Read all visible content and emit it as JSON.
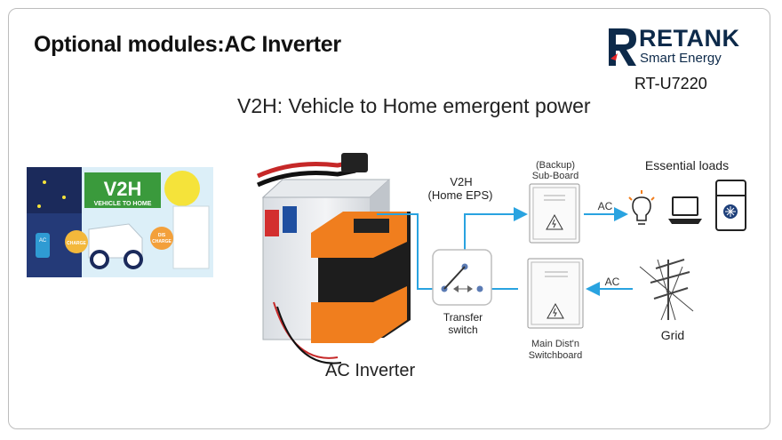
{
  "title": "Optional modules:AC Inverter",
  "subtitle": "V2H: Vehicle to Home emergent power",
  "brand": {
    "name": "RETANK",
    "sub": "Smart Energy",
    "model": "RT-U7220"
  },
  "v2h_image": {
    "big": "V2H",
    "tag": "VEHICLE TO HOME",
    "ac": "AC",
    "charge": "CHARGE",
    "discharge_1": "DIS",
    "discharge_2": "CHARGE"
  },
  "inverter_label": "AC Inverter",
  "v2h_label": {
    "line1": "V2H",
    "line2": "(Home EPS)"
  },
  "backup_board": {
    "line1": "(Backup)",
    "line2": "Sub-Board"
  },
  "essential_loads": "Essential loads",
  "ac_top": "AC",
  "ac_bottom": "AC",
  "transfer": {
    "line1": "Transfer",
    "line2": "switch"
  },
  "main_board": {
    "line1": "Main Dist'n",
    "line2": "Switchboard"
  },
  "grid": "Grid",
  "colors": {
    "flow": "#29a3e0",
    "orange": "#f07e1e",
    "navy": "#0d2a4a",
    "banner_green": "#3a9a3c"
  },
  "icons": [
    "lightbulb-icon",
    "laptop-icon",
    "refrigerator-icon",
    "power-tower-icon",
    "danger-sign-icon"
  ]
}
